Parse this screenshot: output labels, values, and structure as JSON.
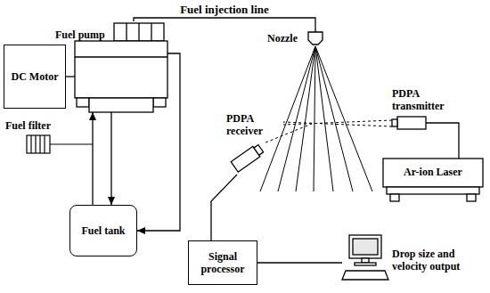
{
  "diagram": {
    "nodes": [
      {
        "text": [
          "DC Motor"
        ]
      },
      {
        "text": [
          "Fuel pump"
        ]
      },
      {
        "text": [
          "Fuel tank"
        ]
      },
      {
        "text": [
          "Nozzle"
        ]
      },
      {
        "text": [
          "PDPA transmitter"
        ]
      },
      {
        "text": [
          "Ar-ion Laser"
        ]
      },
      {
        "text": [
          "PDPA receiver"
        ]
      },
      {
        "text": [
          "Signal processor"
        ]
      },
      {
        "text": [
          "Drop size and velocity output"
        ]
      }
    ],
    "edges": [
      {
        "from": 0,
        "to": 1,
        "arrow": "none"
      },
      {
        "from": 1,
        "to": 2,
        "arrow": "to"
      },
      {
        "from": 2,
        "to": 1,
        "arrow": "to"
      },
      {
        "from": 1,
        "to": 2,
        "arrow": "to"
      },
      {
        "from": 1,
        "to": 3,
        "label": "Fuel injection line",
        "arrow": "none"
      },
      {
        "from": 4,
        "to": 5,
        "arrow": "none"
      },
      {
        "from": 6,
        "to": 7,
        "arrow": "none"
      },
      {
        "from": 7,
        "to": 8,
        "arrow": "none"
      }
    ],
    "labels": [
      "Fuel filter"
    ]
  }
}
